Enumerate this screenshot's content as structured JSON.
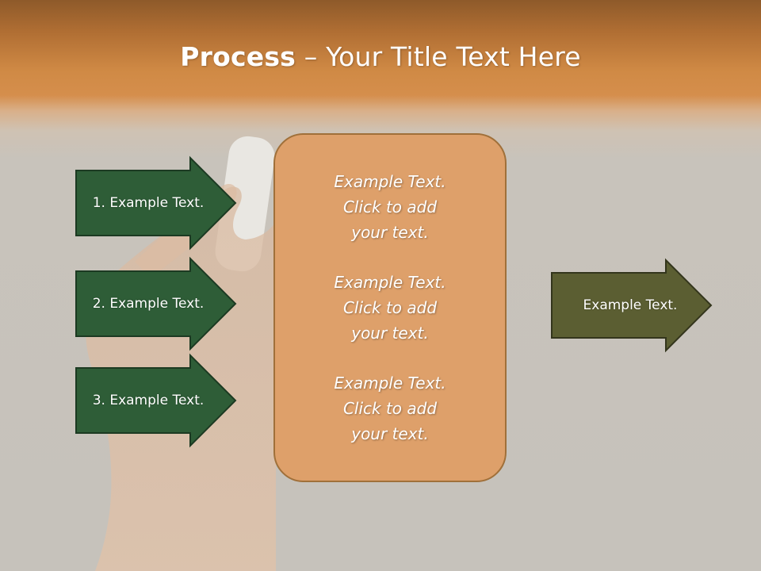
{
  "title": {
    "bold": "Process",
    "rest": " – Your Title Text Here"
  },
  "left_arrows": [
    {
      "label": "1. Example Text."
    },
    {
      "label": "2. Example Text."
    },
    {
      "label": "3. Example Text."
    }
  ],
  "center_blocks": [
    {
      "line1": "Example Text.",
      "line2": "Click  to add",
      "line3": "your text."
    },
    {
      "line1": "Example Text.",
      "line2": "Click  to add",
      "line3": "your text."
    },
    {
      "line1": "Example Text.",
      "line2": "Click  to add",
      "line3": "your text."
    }
  ],
  "right_arrow": {
    "label": "Example Text."
  },
  "colors": {
    "banner": "#d58e4c",
    "left_arrow_fill": "#2e5d37",
    "right_arrow_fill": "#5b5e32",
    "center_box_fill": "#dea06a"
  }
}
